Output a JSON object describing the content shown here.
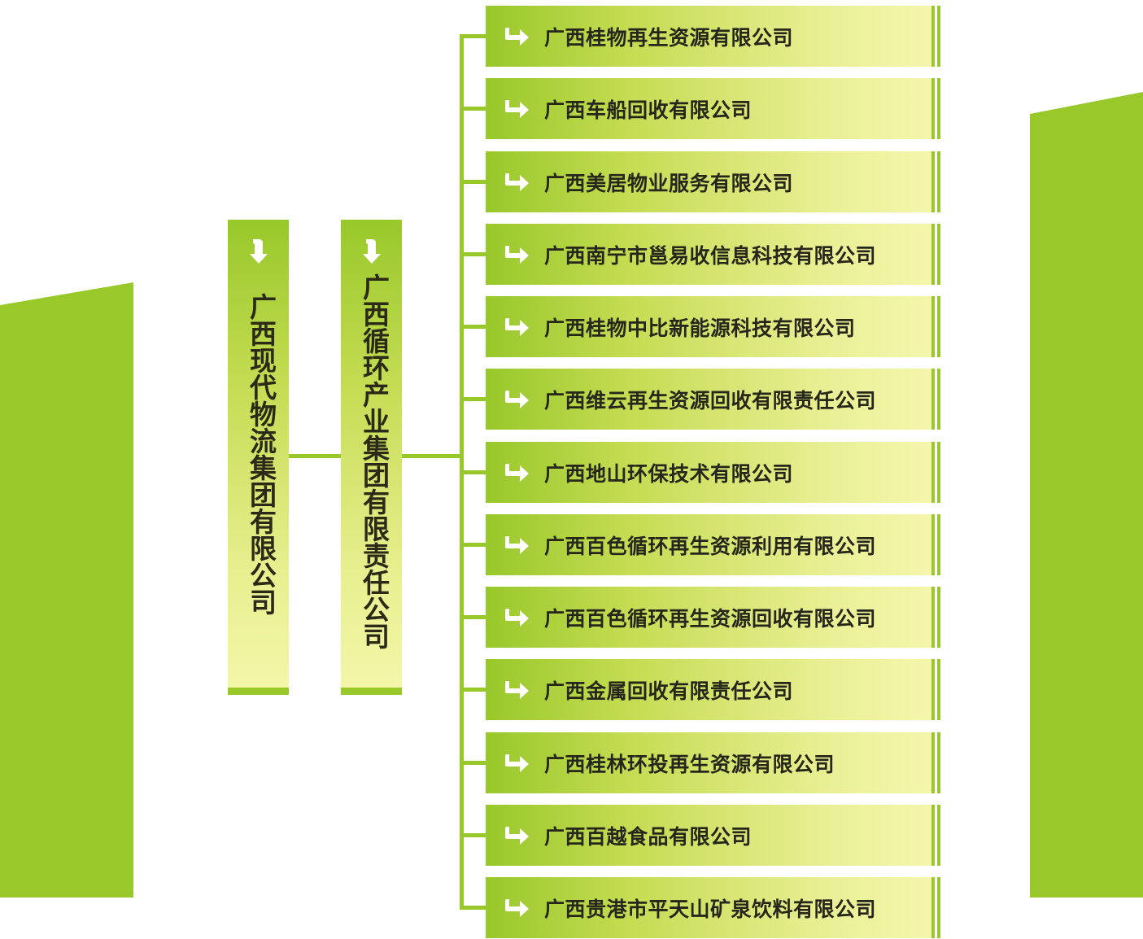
{
  "colors": {
    "accent_green": "#98c82a",
    "pale_yellow": "#f5f6ac",
    "text": "#26261a"
  },
  "root": {
    "name": "广西现代物流集团有限公司",
    "icon": "arrow-down-icon"
  },
  "group": {
    "name": "广西循环产业集团有限责任公司",
    "icon": "arrow-down-icon"
  },
  "subsidiaries": [
    {
      "name": "广西桂物再生资源有限公司",
      "icon": "arrow-right-icon"
    },
    {
      "name": "广西车船回收有限公司",
      "icon": "arrow-right-icon"
    },
    {
      "name": "广西美居物业服务有限公司",
      "icon": "arrow-right-icon"
    },
    {
      "name": "广西南宁市邕易收信息科技有限公司",
      "icon": "arrow-right-icon"
    },
    {
      "name": "广西桂物中比新能源科技有限公司",
      "icon": "arrow-right-icon"
    },
    {
      "name": "广西维云再生资源回收有限责任公司",
      "icon": "arrow-right-icon"
    },
    {
      "name": "广西地山环保技术有限公司",
      "icon": "arrow-right-icon"
    },
    {
      "name": "广西百色循环再生资源利用有限公司",
      "icon": "arrow-right-icon"
    },
    {
      "name": "广西百色循环再生资源回收有限公司",
      "icon": "arrow-right-icon"
    },
    {
      "name": "广西金属回收有限责任公司",
      "icon": "arrow-right-icon"
    },
    {
      "name": "广西桂林环投再生资源有限公司",
      "icon": "arrow-right-icon"
    },
    {
      "name": "广西百越食品有限公司",
      "icon": "arrow-right-icon"
    },
    {
      "name": "广西贵港市平天山矿泉饮料有限公司",
      "icon": "arrow-right-icon"
    }
  ]
}
